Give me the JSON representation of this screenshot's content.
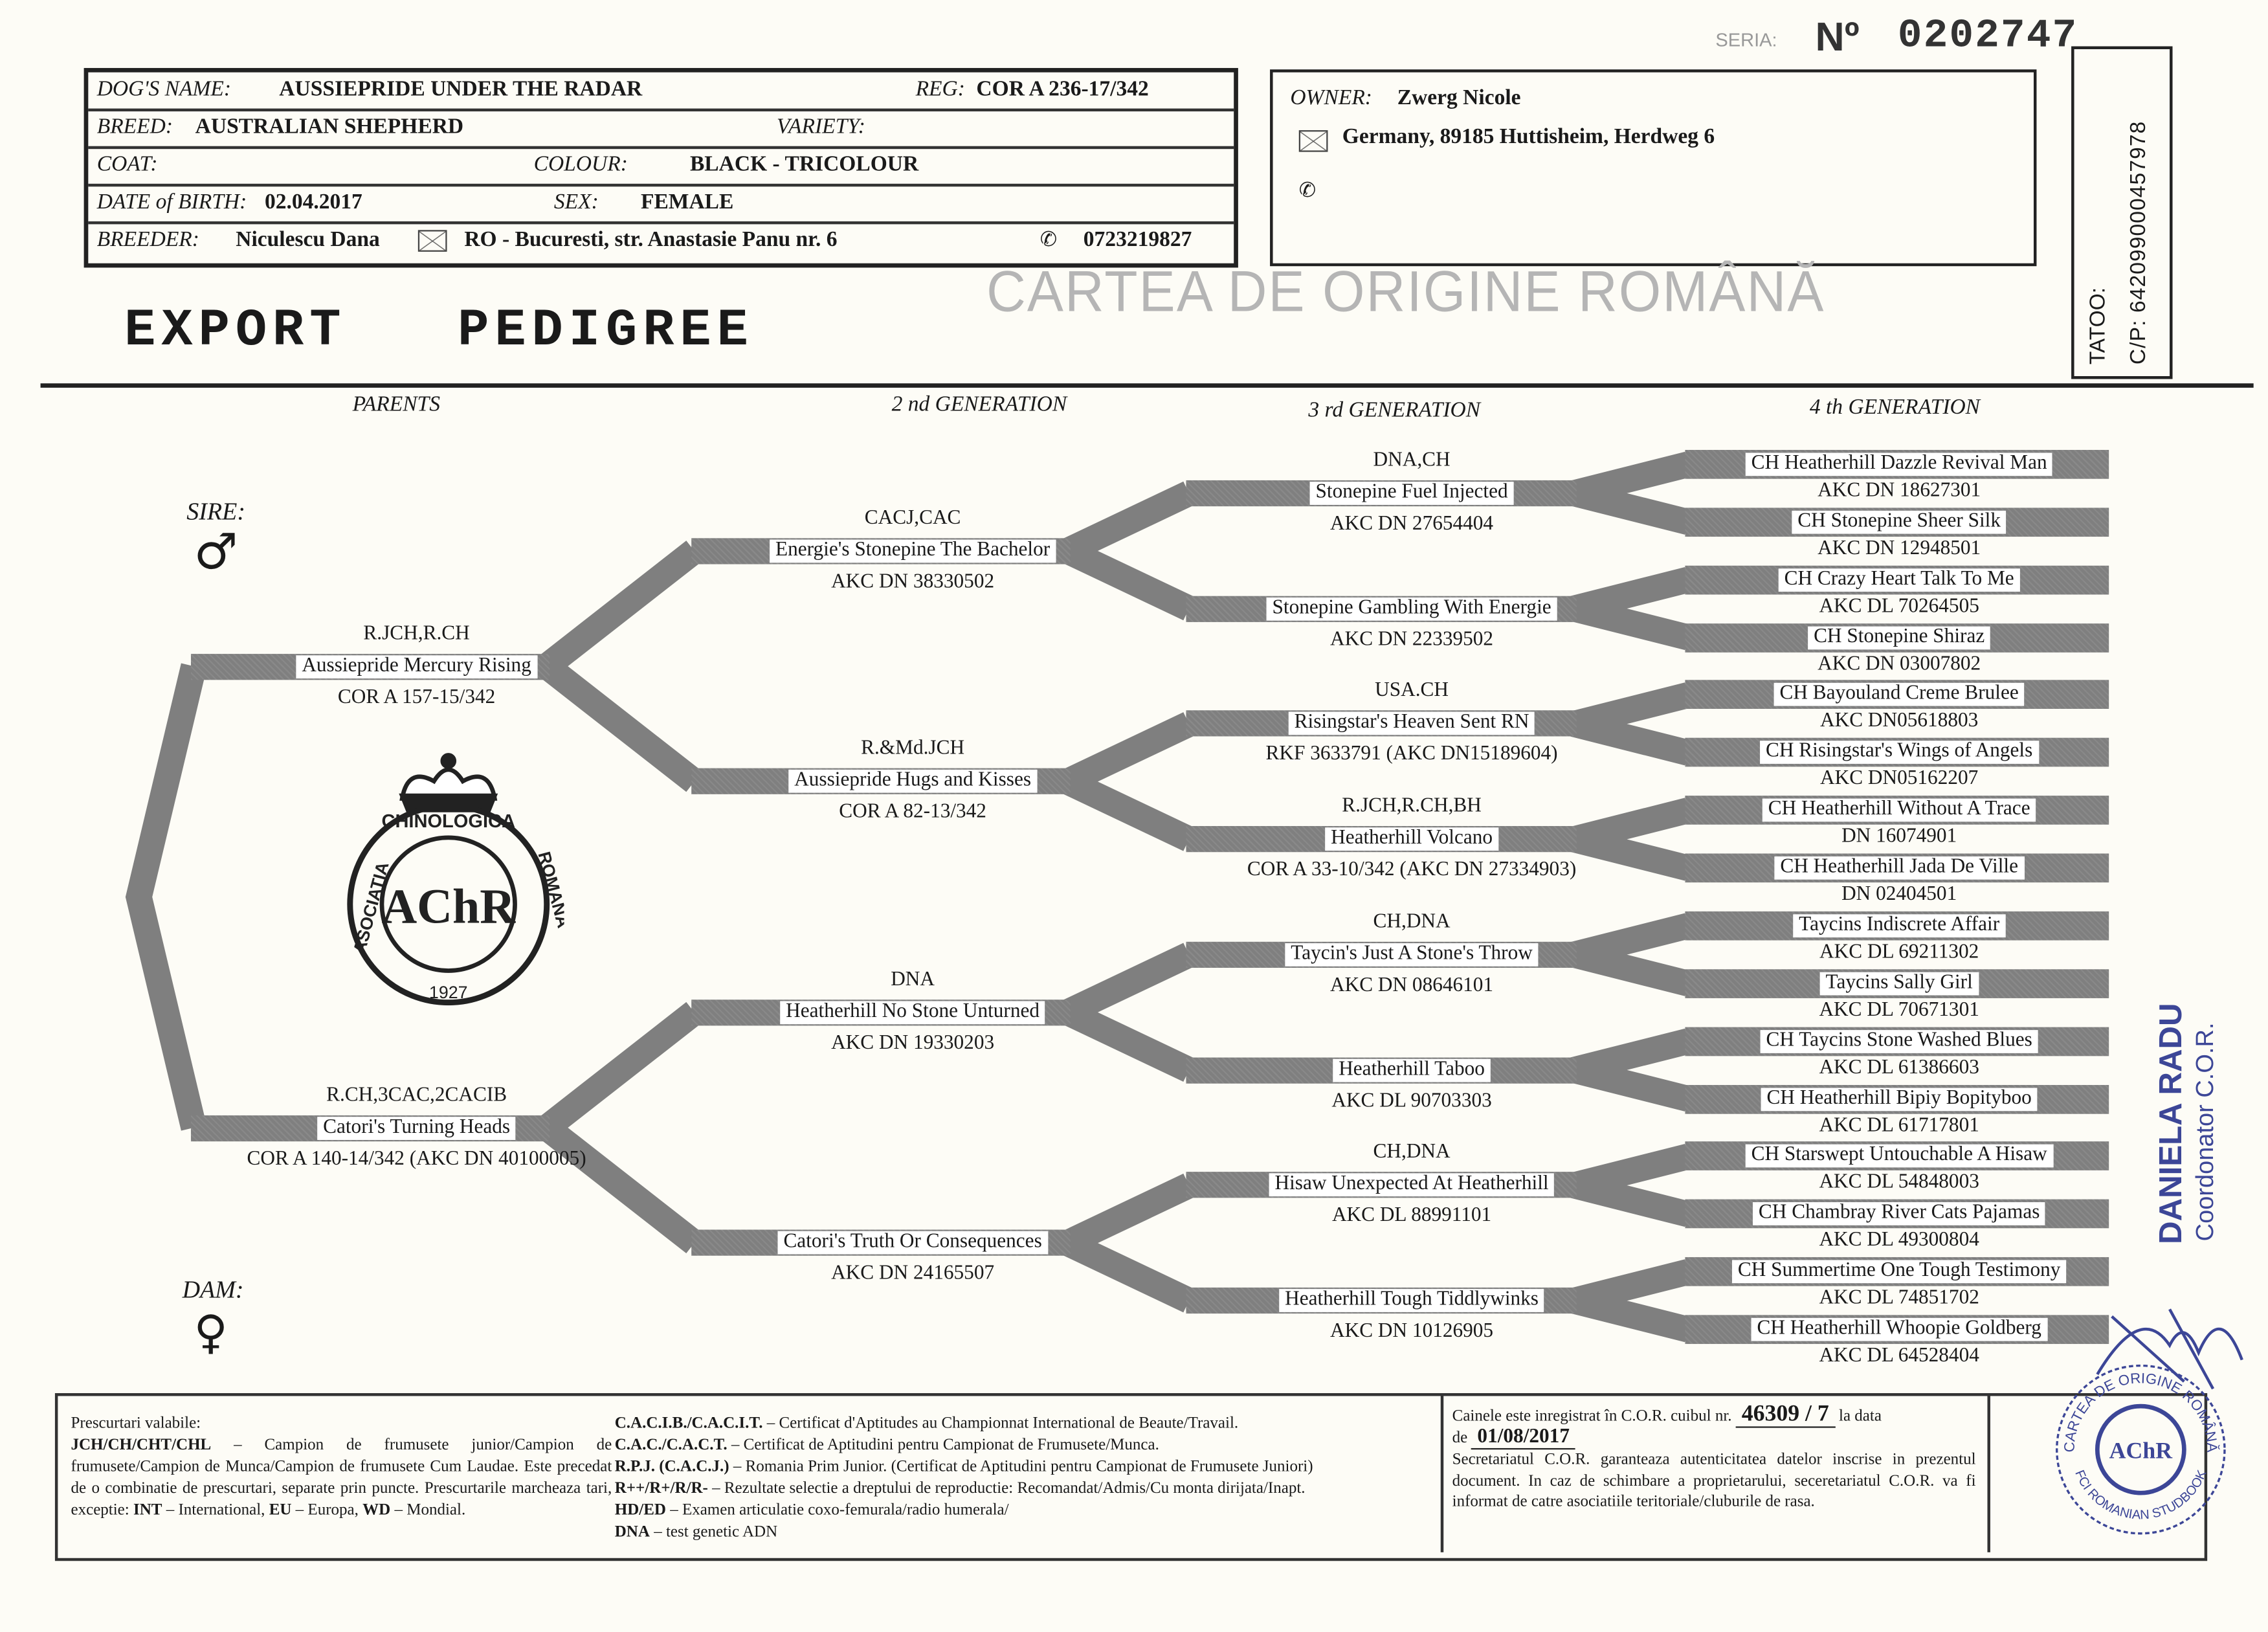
{
  "seria": {
    "label": "SERIA:",
    "number_prefix": "Nº",
    "number": "0202747"
  },
  "dog": {
    "name_label": "DOG'S NAME:",
    "name": "AUSSIEPRIDE UNDER THE RADAR",
    "reg_label": "REG:",
    "reg": "COR A 236-17/342",
    "breed_label": "BREED:",
    "breed": "AUSTRALIAN SHEPHERD",
    "variety_label": "VARIETY:",
    "coat_label": "COAT:",
    "colour_label": "COLOUR:",
    "colour": "BLACK - TRICOLOUR",
    "dob_label": "DATE of BIRTH:",
    "dob": "02.04.2017",
    "sex_label": "SEX:",
    "sex": "FEMALE",
    "breeder_label": "BREEDER:",
    "breeder_name": "Niculescu Dana",
    "breeder_address": "RO - Bucuresti, str. Anastasie Panu nr. 6",
    "breeder_phone": "0723219827"
  },
  "owner": {
    "label": "OWNER:",
    "name": "Zwerg Nicole",
    "address": "Germany, 89185 Huttisheim, Herdweg 6"
  },
  "tatoo": {
    "label": "TATOO:",
    "cip": "C/P: 642099000457978"
  },
  "titles": {
    "main": "EXPORT   PEDIGREE",
    "org": "CARTEA DE ORIGINE ROMÂNĂ"
  },
  "columns": [
    "PARENTS",
    "2 nd GENERATION",
    "3 rd GENERATION",
    "4 th GENERATION"
  ],
  "sire_label": "SIRE:",
  "dam_label": "DAM:",
  "logo": {
    "top": "CHINOLOGICA",
    "left": "ASOCIATIA",
    "right": "ROMANA",
    "year": "1927",
    "mono": "AChR"
  },
  "pedigree": {
    "gen1": [
      {
        "title": "R.JCH,R.CH",
        "name": "Aussiepride Mercury Rising",
        "reg": "COR A 157-15/342"
      },
      {
        "title": "R.CH,3CAC,2CACIB",
        "name": "Catori's Turning Heads",
        "reg": "COR A 140-14/342 (AKC DN 40100005)"
      }
    ],
    "gen2": [
      {
        "title": "CACJ,CAC",
        "name": "Energie's Stonepine The Bachelor",
        "reg": "AKC DN 38330502"
      },
      {
        "title": "R.&Md.JCH",
        "name": "Aussiepride Hugs and Kisses",
        "reg": "COR A 82-13/342"
      },
      {
        "title": "DNA",
        "name": "Heatherhill No Stone Unturned",
        "reg": "AKC DN 19330203"
      },
      {
        "title": "",
        "name": "Catori's Truth Or Consequences",
        "reg": "AKC DN 24165507"
      }
    ],
    "gen3": [
      {
        "title": "DNA,CH",
        "name": "Stonepine Fuel Injected",
        "reg": "AKC DN 27654404"
      },
      {
        "title": "",
        "name": "Stonepine Gambling With Energie",
        "reg": "AKC DN 22339502"
      },
      {
        "title": "USA.CH",
        "name": "Risingstar's Heaven Sent RN",
        "reg": "RKF 3633791 (AKC DN15189604)"
      },
      {
        "title": "R.JCH,R.CH,BH",
        "name": "Heatherhill Volcano",
        "reg": "COR A 33-10/342 (AKC DN 27334903)"
      },
      {
        "title": "CH,DNA",
        "name": "Taycin's Just A Stone's Throw",
        "reg": "AKC DN 08646101"
      },
      {
        "title": "",
        "name": "Heatherhill Taboo",
        "reg": "AKC DL 90703303"
      },
      {
        "title": "CH,DNA",
        "name": "Hisaw Unexpected At Heatherhill",
        "reg": "AKC DL 88991101"
      },
      {
        "title": "",
        "name": "Heatherhill Tough Tiddlywinks",
        "reg": "AKC DN 10126905"
      }
    ],
    "gen4": [
      {
        "name": "CH Heatherhill Dazzle Revival Man",
        "reg": "AKC DN 18627301"
      },
      {
        "name": "CH Stonepine Sheer Silk",
        "reg": "AKC DN 12948501"
      },
      {
        "name": "CH Crazy Heart Talk To Me",
        "reg": "AKC DL 70264505"
      },
      {
        "name": "CH Stonepine Shiraz",
        "reg": "AKC DN 03007802"
      },
      {
        "name": "CH Bayouland Creme Brulee",
        "reg": "AKC DN05618803"
      },
      {
        "name": "CH Risingstar's Wings of Angels",
        "reg": "AKC DN05162207"
      },
      {
        "name": "CH Heatherhill Without A Trace",
        "reg": "DN 16074901"
      },
      {
        "name": "CH Heatherhill Jada De Ville",
        "reg": "DN 02404501"
      },
      {
        "name": "Taycins Indiscrete Affair",
        "reg": "AKC DL 69211302"
      },
      {
        "name": "Taycins Sally Girl",
        "reg": "AKC DL 70671301"
      },
      {
        "name": "CH Taycins Stone Washed Blues",
        "reg": "AKC DL 61386603"
      },
      {
        "name": "CH Heatherhill Bipiy Bopityboo",
        "reg": "AKC DL 61717801"
      },
      {
        "name": "CH Starswept Untouchable A Hisaw",
        "reg": "AKC DL 54848003"
      },
      {
        "name": "CH Chambray River Cats Pajamas",
        "reg": "AKC DL 49300804"
      },
      {
        "name": "CH Summertime One Tough Testimony",
        "reg": "AKC DL 74851702"
      },
      {
        "name": "CH Heatherhill Whoopie Goldberg",
        "reg": "AKC DL 64528404"
      }
    ]
  },
  "footer": {
    "left": {
      "heading": "Prescurtari valabile:",
      "abbr1": "JCH/CH/CHT/CHL",
      "text1": " – Campion de frumusete junior/Campion de frumusete/Campion de Munca/Campion de frumusete Cum Laudae. Este precedat de o combinatie de prescurtari, separate prin puncte. Prescurtarile marcheaza tari, exceptie: ",
      "abbr2": "INT",
      "text2": " – International, ",
      "abbr3": "EU",
      "text3": " – Europa, ",
      "abbr4": "WD",
      "text4": " – Mondial."
    },
    "middle": [
      {
        "abbr": "C.A.C.I.B./C.A.C.I.T.",
        "desc": " – Certificat d'Aptitudes au Championnat International de Beaute/Travail."
      },
      {
        "abbr": "C.A.C./C.A.C.T.",
        "desc": " – Certificat de Aptitudini pentru Campionat de Frumusete/Munca."
      },
      {
        "abbr": "R.P.J. (C.A.C.J.)",
        "desc": " – Romania Prim Junior. (Certificat de Aptitudini pentru Campionat de Frumusete Juniori)"
      },
      {
        "abbr": "R++/R+/R/R-",
        "desc": " – Rezultate selectie a dreptului de reproductie: Recomandat/Admis/Cu monta dirijata/Inapt."
      },
      {
        "abbr": "HD/ED",
        "desc": " – Examen articulatie coxo-femurala/radio humerala/"
      },
      {
        "abbr": "DNA",
        "desc": " – test genetic ADN"
      }
    ],
    "right": {
      "text1": "Cainele este inregistrat în C.O.R. cuibul nr.",
      "litter": "46309 / 7",
      "text2": "la data",
      "text3": "de",
      "date": "01/08/2017",
      "paragraph": "Secretariatul C.O.R. garanteaza autenticitatea datelor inscrise in prezentul document. In caz de schimbare a proprietarului, seceretariatul C.O.R. va fi informat de catre asociatiile teritoriale/cluburile de rasa."
    }
  },
  "stamp": {
    "top": "CARTEA DE ORIGINE ROMÂNĂ",
    "bottom": "FCI ROMANIAN STUDBOOK"
  },
  "signature": {
    "name": "DANIELA RADU",
    "role": "Coordonator C.O.R."
  },
  "colors": {
    "bar": "#7f7f7f",
    "ink": "#1a1a1a",
    "stamp_blue": "#3c4697",
    "watermark": "#b5b5b5"
  }
}
